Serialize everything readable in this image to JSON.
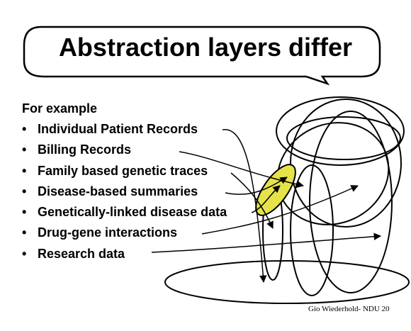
{
  "title": "Abstraction layers differ",
  "intro": "For example",
  "bullet_symbol": "•",
  "bullets": [
    "Individual Patient Records",
    "Billing Records",
    "Family based genetic traces",
    "Disease-based summaries",
    "Genetically-linked disease data",
    "Drug-gene interactions",
    "Research data"
  ],
  "footer": "Gio Wiederhold- NDU 20",
  "colors": {
    "line": "#000000",
    "highlight": "#e6e34a",
    "background": "#ffffff"
  }
}
